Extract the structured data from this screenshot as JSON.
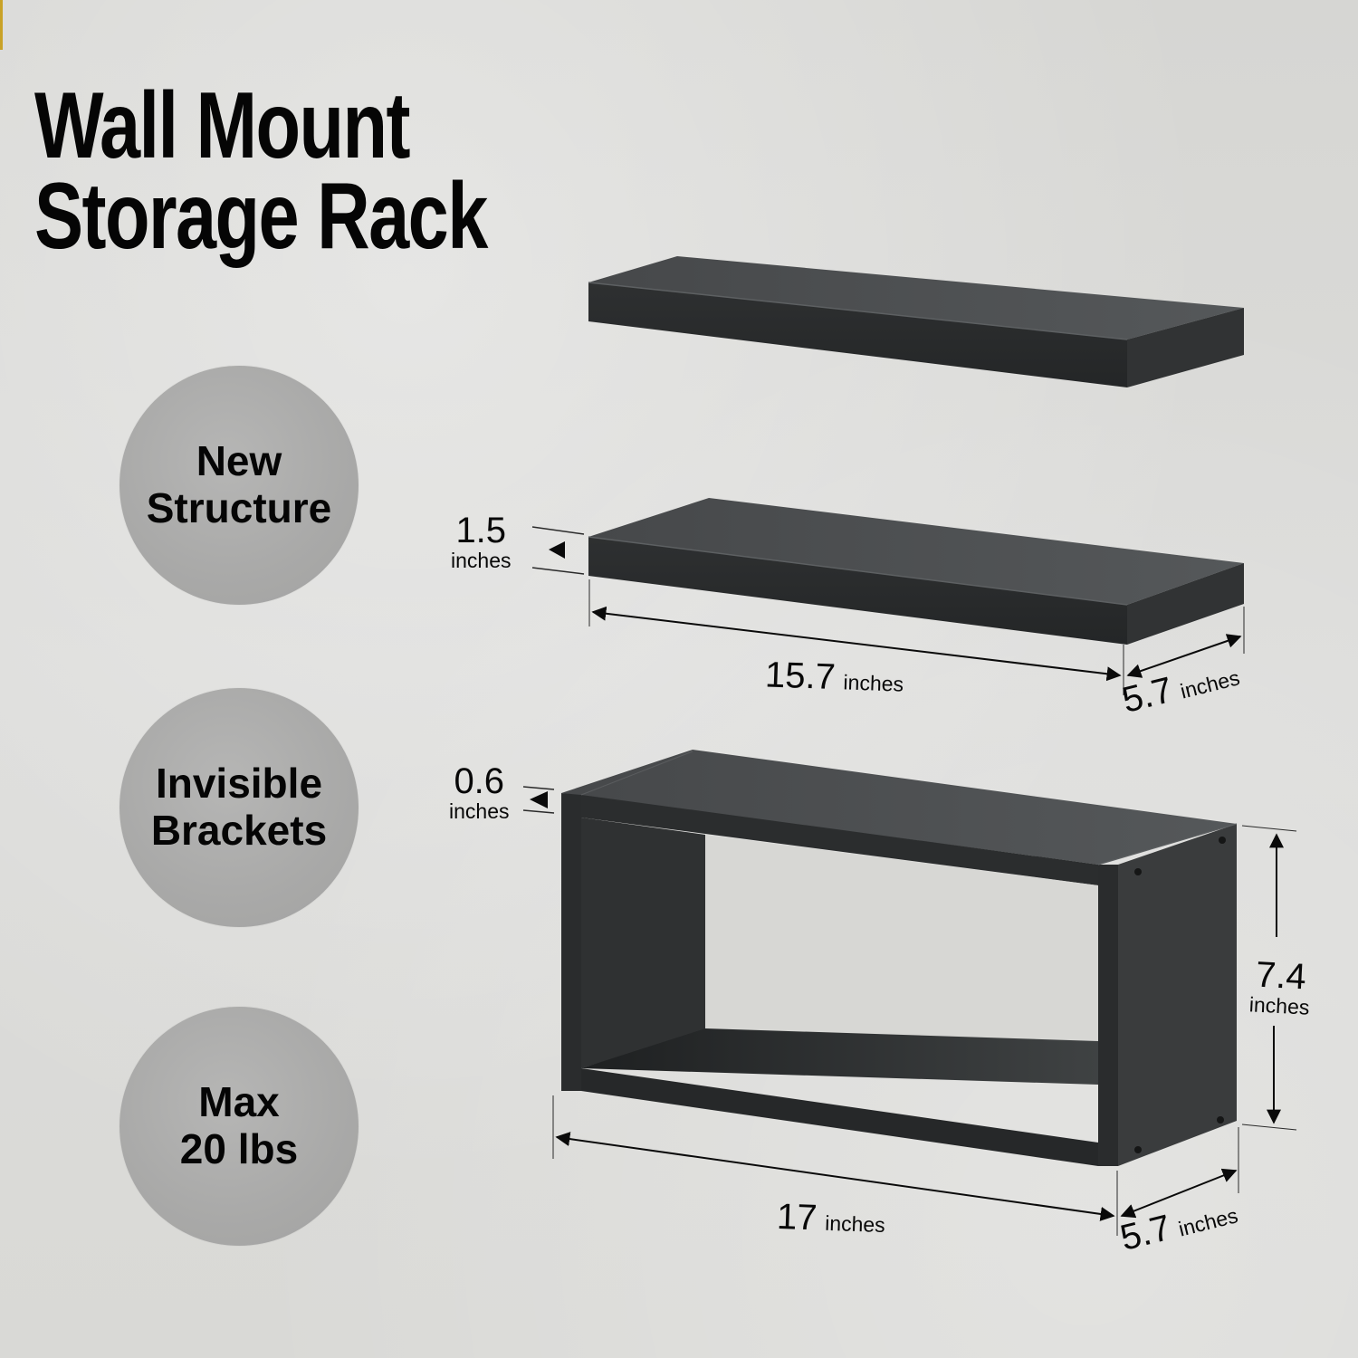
{
  "title": {
    "line1": "Wall Mount",
    "line2": "Storage Rack"
  },
  "badges": [
    {
      "line1": "New",
      "line2": "Structure"
    },
    {
      "line1": "Invisible",
      "line2": "Brackets"
    },
    {
      "line1": "Max",
      "line2": "20 lbs"
    }
  ],
  "dimensions": {
    "floating_shelf": {
      "thickness": {
        "value": "1.5",
        "unit": "inches"
      },
      "width": {
        "value": "15.7",
        "unit": "inches"
      },
      "depth": {
        "value": "5.7",
        "unit": "inches"
      }
    },
    "cube_shelf": {
      "panel_thickness": {
        "value": "0.6",
        "unit": "inches"
      },
      "height": {
        "value": "7.4",
        "unit": "inches"
      },
      "width": {
        "value": "17",
        "unit": "inches"
      },
      "depth": {
        "value": "5.7",
        "unit": "inches"
      }
    }
  },
  "colors": {
    "background": "#d9d9d7",
    "badge": "#acacab",
    "shelf_front": "#2b2d2e",
    "shelf_top": "#4a4c4d",
    "text": "#050505",
    "accent": "#c9a227"
  }
}
